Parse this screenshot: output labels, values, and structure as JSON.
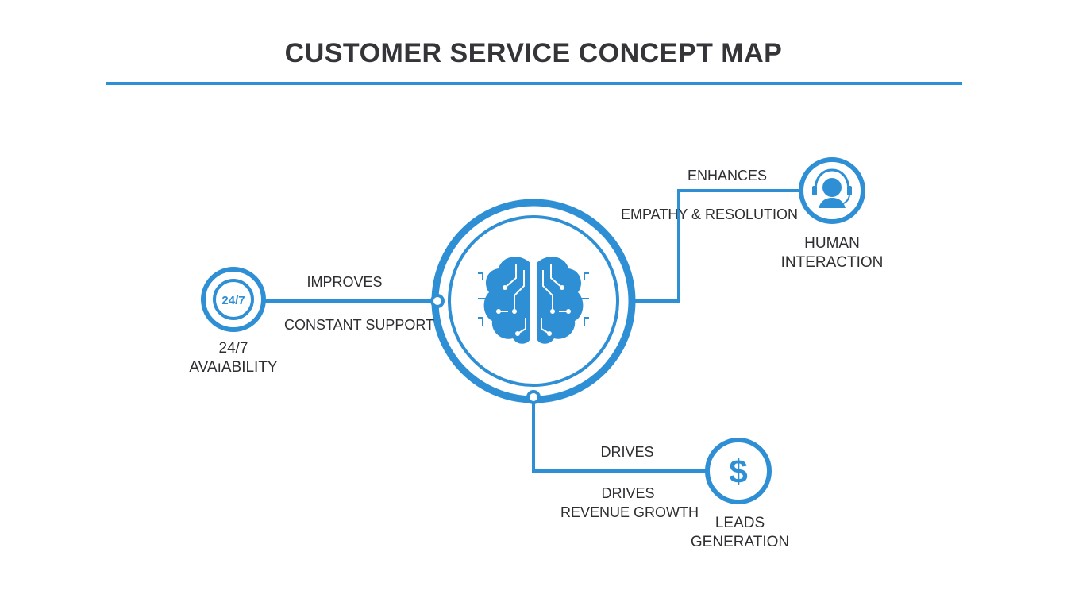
{
  "title": "CUSTOMER SERVICE CONCEPT MAP",
  "colors": {
    "accent": "#2f8fd5",
    "text": "#2f2f33",
    "rule": "#2f8fd5"
  },
  "center": {
    "icon": "brain-circuit-icon"
  },
  "nodes": [
    {
      "id": "availability",
      "icon": "clock-24-7-icon",
      "icon_text": "24/7",
      "label_line1": "24/7",
      "label_line2": "AVAıABILITY"
    },
    {
      "id": "human",
      "icon": "headset-agent-icon",
      "label_line1": "HUMAN",
      "label_line2": "INTERACTION"
    },
    {
      "id": "leads",
      "icon": "dollar-icon",
      "icon_text": "$",
      "label_line1": "LEADS",
      "label_line2": "GENERATION"
    }
  ],
  "edges": {
    "availability": {
      "verb": "IMPROVES",
      "desc": "CONSTANT SUPPORT"
    },
    "human": {
      "verb": "ENHANCES",
      "desc": "EMPATHY & RESOLUTION"
    },
    "leads": {
      "verb": "DRIVES",
      "desc_line1": "DRIVES",
      "desc_line2": "REVENUE GROWTH"
    }
  }
}
